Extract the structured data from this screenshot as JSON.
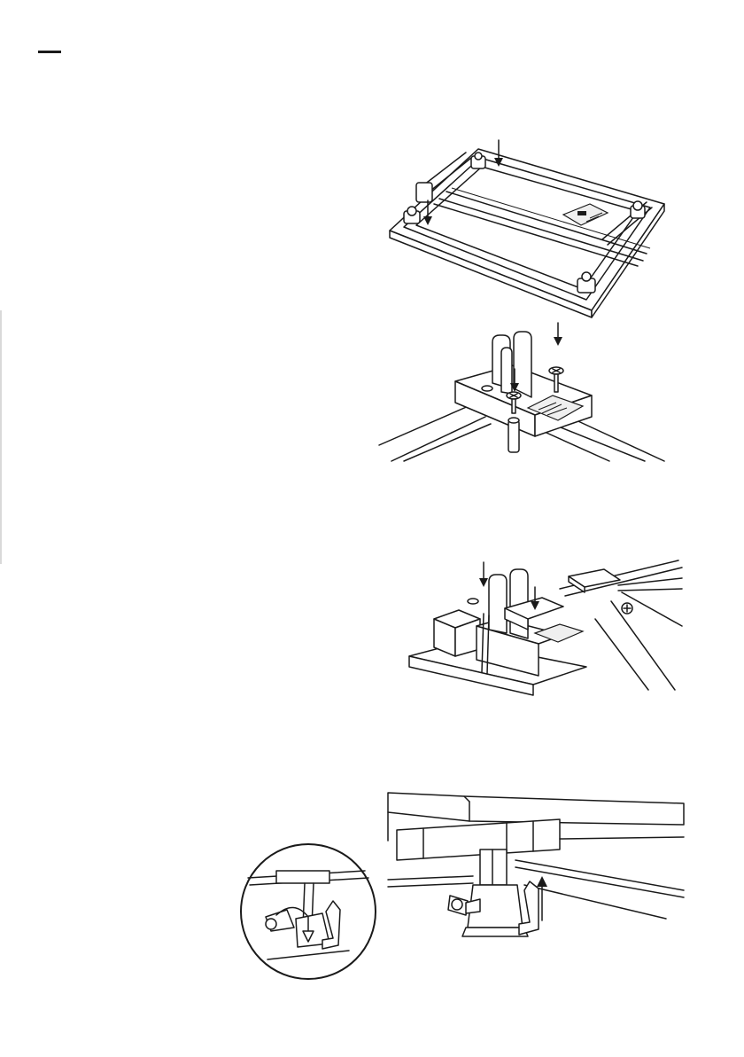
{
  "page": {
    "background": "#ffffff",
    "ink_color": "#1a1a1a"
  },
  "figures": [
    {
      "name": "base-plate-overview",
      "icons": [
        "down-arrow-icon",
        "down-arrow-icon"
      ]
    },
    {
      "name": "bracket-screw-detail",
      "icons": [
        "down-arrow-icon",
        "down-arrow-icon",
        "screw-icon",
        "screw-icon"
      ]
    },
    {
      "name": "bracket-insertion-detail",
      "icons": [
        "down-arrow-icon",
        "down-arrow-icon",
        "screw-head-icon"
      ]
    },
    {
      "name": "wing-nut-lock-detail",
      "icons": [
        "up-arrow-icon",
        "curved-arrow-icon",
        "magnifier-circle"
      ]
    }
  ]
}
